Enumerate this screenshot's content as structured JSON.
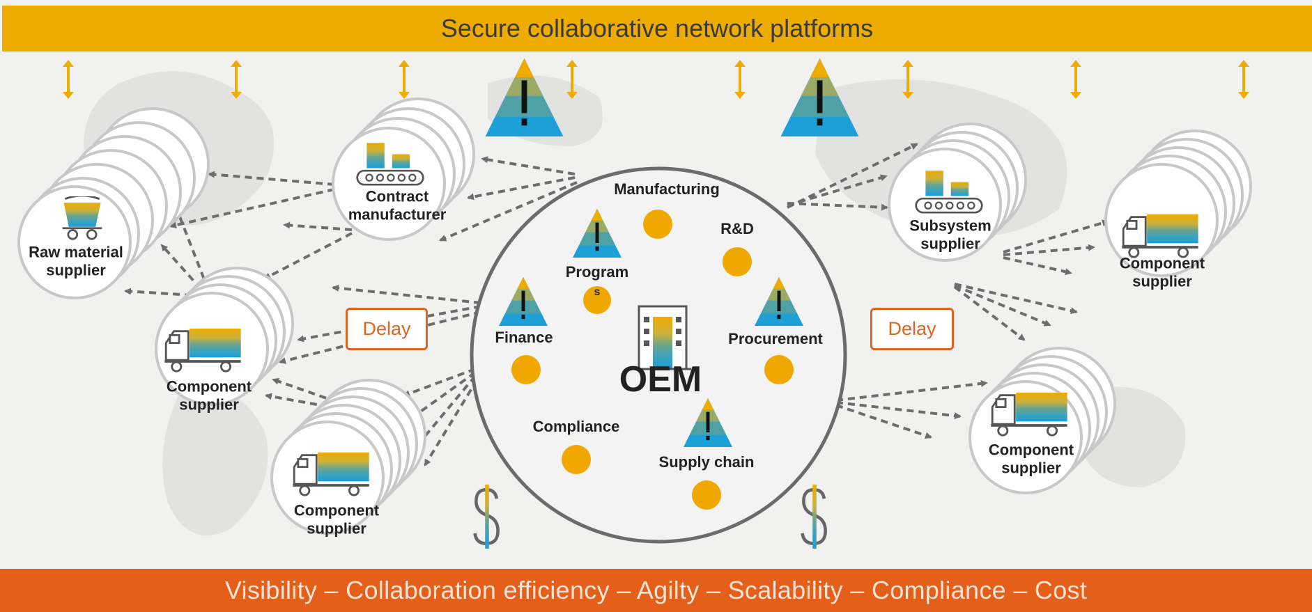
{
  "banners": {
    "top": "Secure collaborative network platforms",
    "bottom": "Visibility – Collaboration efficiency – Agilty – Scalability – Compliance – Cost"
  },
  "center": {
    "title": "OEM",
    "functions": {
      "manufacturing": "Manufacturing",
      "rnd": "R&D",
      "programs_line1": "Program",
      "programs_line2": "s",
      "finance": "Finance",
      "procurement": "Procurement",
      "compliance": "Compliance",
      "supply_chain": "Supply chain"
    }
  },
  "nodes": {
    "raw_material": {
      "line1": "Raw material",
      "line2": "supplier"
    },
    "contract_manufacturer": {
      "line1": "Contract",
      "line2": "manufacturer"
    },
    "component_left_mid": {
      "line1": "Component",
      "line2": "supplier"
    },
    "component_left_bottom": {
      "line1": "Component",
      "line2": "supplier"
    },
    "subsystem": {
      "line1": "Subsystem",
      "line2": "supplier"
    },
    "component_right_top": {
      "line1": "Component",
      "line2": "supplier"
    },
    "component_right_bottom": {
      "line1": "Component",
      "line2": "supplier"
    }
  },
  "delays": {
    "left": "Delay",
    "right": "Delay"
  },
  "icons": [
    "up-down-arrow-icon",
    "warning-pyramid-icon",
    "dollar-icon",
    "truck-icon",
    "conveyor-icon",
    "mine-cart-icon",
    "building-icon"
  ],
  "colors": {
    "gold": "#eeab00",
    "orange": "#e35f1a",
    "blue": "#1d9fd8",
    "teal": "#5aa59a",
    "circle_dot": "#f0a800"
  }
}
